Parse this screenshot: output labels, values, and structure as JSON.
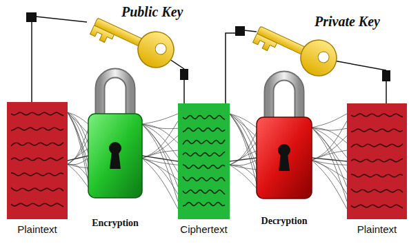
{
  "diagram": {
    "nodes": [
      {
        "text": [
          "Plaintext"
        ]
      },
      {
        "text": [
          "Encryption"
        ]
      },
      {
        "text": [
          "Ciphertext"
        ]
      },
      {
        "text": [
          "Decryption"
        ]
      },
      {
        "text": [
          "Plaintext"
        ]
      }
    ],
    "edges": [
      {
        "from": 0,
        "to": 1,
        "arrow": "none"
      },
      {
        "from": 1,
        "to": 2,
        "arrow": "none"
      },
      {
        "from": 2,
        "to": 3,
        "arrow": "none"
      },
      {
        "from": 3,
        "to": 4,
        "arrow": "none"
      }
    ],
    "labels": [
      "Public Key",
      "Private Key"
    ]
  }
}
